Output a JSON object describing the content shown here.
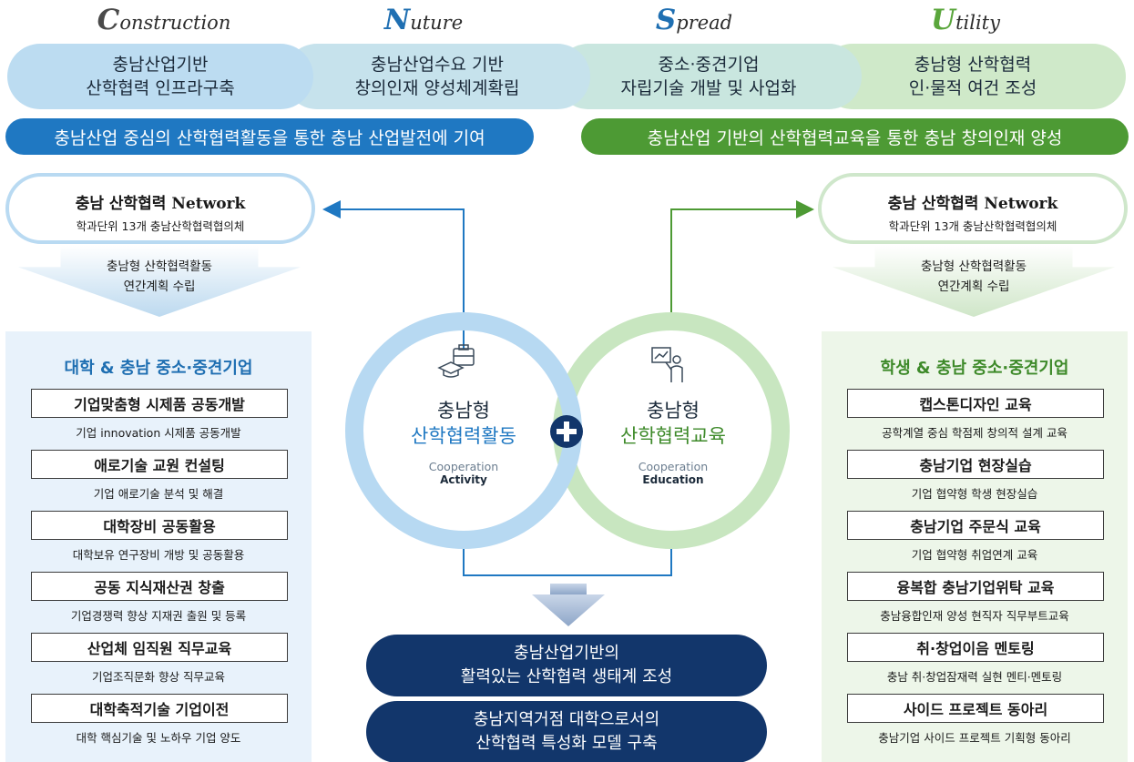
{
  "header": {
    "keywords": [
      {
        "cap": "C",
        "rest": "onstruction"
      },
      {
        "cap": "N",
        "rest": "uture"
      },
      {
        "cap": "S",
        "rest": "pread"
      },
      {
        "cap": "U",
        "rest": "tility"
      }
    ],
    "pills": [
      {
        "line1": "충남산업기반",
        "line2": "산학협력 인프라구축"
      },
      {
        "line1": "충남산업수요 기반",
        "line2": "창의인재 양성체계확립"
      },
      {
        "line1": "중소·중견기업",
        "line2": "자립기술 개발 및 사업화"
      },
      {
        "line1": "충남형 산학협력",
        "line2": "인·물적 여건 조성"
      }
    ],
    "banner_left": "충남산업 중심의 산학협력활동을 통한 충남 산업발전에 기여",
    "banner_right": "충남산업 기반의 산학협력교육을 통한 충남 창의인재 양성"
  },
  "left": {
    "network_title": "충남 산학협력",
    "network_title_en": "Network",
    "network_sub": "학과단위 13개 충남산학협력협의체",
    "arrow_line1": "충남형 산학협력활동",
    "arrow_line2": "연간계획 수립",
    "panel_title": "대학 & 충남 중소·중견기업",
    "items": [
      {
        "title": "기업맞춤형 시제품 공동개발",
        "sub": "기업 innovation 시제품 공동개발"
      },
      {
        "title": "애로기술 교원 컨설팅",
        "sub": "기업 애로기술 분석 및 해결"
      },
      {
        "title": "대학장비 공동활용",
        "sub": "대학보유 연구장비 개방 및 공동활용"
      },
      {
        "title": "공동 지식재산권 창출",
        "sub": "기업경쟁력 향상 지재권 출원 및 등록"
      },
      {
        "title": "산업체 임직원 직무교육",
        "sub": "기업조직문화 향상 직무교육"
      },
      {
        "title": "대학축적기술 기업이전",
        "sub": "대학 핵심기술 및 노하우 기업 양도"
      }
    ]
  },
  "right": {
    "network_title": "충남 산학협력",
    "network_title_en": "Network",
    "network_sub": "학과단위 13개 충남산학협력협의체",
    "arrow_line1": "충남형 산학협력활동",
    "arrow_line2": "연간계획 수립",
    "panel_title": "학생 & 충남 중소·중견기업",
    "items": [
      {
        "title": "캡스톤디자인 교육",
        "sub": "공학계열 중심 학점제 창의적 설계 교육"
      },
      {
        "title": "충남기업 현장실습",
        "sub": "기업 협약형 학생 현장실습"
      },
      {
        "title": "충남기업 주문식 교육",
        "sub": "기업 협약형 취업연계 교육"
      },
      {
        "title": "융복합 충남기업위탁 교육",
        "sub": "충남융합인재 양성 현직자 직무부트교육"
      },
      {
        "title": "취·창업이음 멘토링",
        "sub": "충남 취·창업잠재력 실현 멘티·멘토링"
      },
      {
        "title": "사이드 프로젝트 동아리",
        "sub": "충남기업 사이드 프로젝트 기획형 동아리"
      }
    ]
  },
  "center": {
    "left_circle": {
      "line1": "충남형",
      "line2": "산학협력활동",
      "en1": "Cooperation",
      "en2": "Activity"
    },
    "right_circle": {
      "line1": "충남형",
      "line2": "산학협력교육",
      "en1": "Cooperation",
      "en2": "Education"
    },
    "plus": "+",
    "icons": [
      "briefcase-graduation-icon",
      "teacher-board-icon"
    ],
    "outcomes": [
      {
        "line1": "충남산업기반의",
        "line2": "활력있는 산학협력 생태계 조성"
      },
      {
        "line1": "충남지역거점 대학으로서의",
        "line2": "산학협력 특성화 모델 구축"
      }
    ]
  },
  "colors": {
    "blue": "#1f78c2",
    "green": "#4d9a34",
    "navy": "#12366b",
    "light_blue_ring": "#b7d9f2",
    "light_green_ring": "#c8e6c0"
  }
}
